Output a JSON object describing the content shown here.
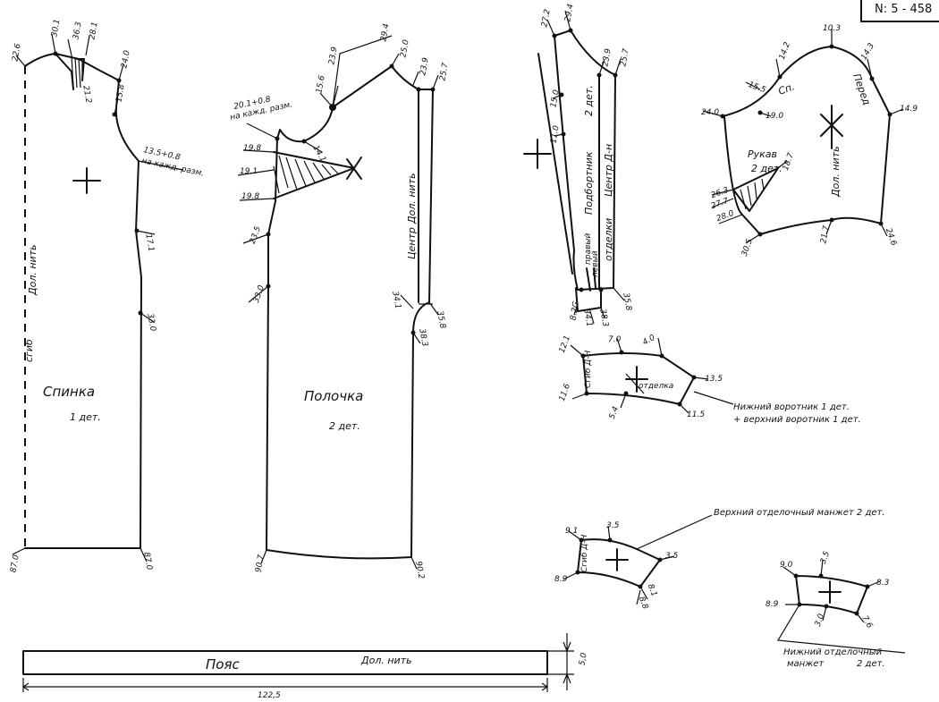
{
  "sheet_number": "N: 5 - 458",
  "back": {
    "name": "Спинка",
    "count": "1 дет.",
    "fold": "сгиб",
    "grain": "Дол. нить",
    "marks": [
      "22.6",
      "30.1",
      "36.3",
      "28.1",
      "24.0",
      "15.8",
      "13.5+0.8",
      "на кажд. разм.",
      "17.1",
      "33.0",
      "87.0",
      "87.0",
      "21.2"
    ]
  },
  "front": {
    "name": "Полочка",
    "count": "2 дет.",
    "grain": "Дол. нить",
    "center": "Центр",
    "marks": [
      "23.9",
      "29.4",
      "25.0",
      "23.9",
      "25.7",
      "15.6",
      "20.1+0.8",
      "на кажд. разм.",
      "19.8",
      "14.1",
      "19.1",
      "19.8",
      "23.5",
      "33.0",
      "34.1",
      "35.8",
      "38.3",
      "90.7",
      "90.2"
    ]
  },
  "facing": {
    "name": "Подбортник",
    "count": "2 дет.",
    "center": "Центр Д-н",
    "finish": "отделки",
    "right": "правый",
    "left": "левый",
    "marks": [
      "27.2",
      "29.4",
      "23.9",
      "25.7",
      "15.0",
      "11.0",
      "8.2G",
      "38.3",
      "34.1",
      "35.8"
    ]
  },
  "sleeve": {
    "name": "Рукав",
    "count": "2 дет.",
    "grain": "Дол. нить",
    "back_side": "Сп.",
    "front_side": "Перед",
    "marks": [
      "10.3",
      "14.2",
      "14.3",
      "15.5",
      "24.0",
      "19.0",
      "14.9",
      "18.7",
      "26.3",
      "27.7",
      "28.0",
      "30.5",
      "21.7",
      "24.6"
    ]
  },
  "collar": {
    "note_lower": "Нижний воротник 1 дет.",
    "note_upper": "+ верхний воротник 1 дет.",
    "fold": "Сгиб Д-Н",
    "finish": "отделка",
    "marks": [
      "12.1",
      "7.0",
      "4.0",
      "13.5",
      "11.6",
      "5.4",
      "11.5"
    ]
  },
  "upper_cuff": {
    "note": "Верхний отделочный манжет 2 дет.",
    "fold": "Сгиб Д-Н",
    "marks": [
      "9.1",
      "3.5",
      "3.5",
      "8.9",
      "8.1",
      "8.8"
    ]
  },
  "lower_cuff": {
    "note1": "Нижний отделочный",
    "note2": "манжет",
    "count": "2 дет.",
    "marks": [
      "9.0",
      "3.5",
      "8.3",
      "8.9",
      "3.0",
      "7.6"
    ]
  },
  "belt": {
    "name": "Пояс",
    "grain": "Дол. нить",
    "width": "5,0",
    "length": "122,5"
  }
}
